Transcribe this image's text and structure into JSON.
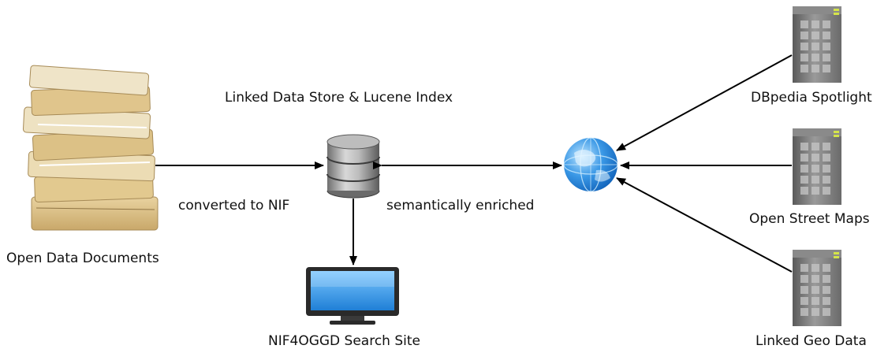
{
  "diagram": {
    "nodes": {
      "documents": {
        "label": "Open Data Documents",
        "icon": "document-stack-icon"
      },
      "store": {
        "label": "Linked Data Store & Lucene Index",
        "icon": "database-icon"
      },
      "web": {
        "icon": "globe-icon"
      },
      "search_site": {
        "label": "NIF4OGGD Search Site",
        "icon": "monitor-icon"
      },
      "spotlight": {
        "label": "DBpedia Spotlight",
        "icon": "server-icon"
      },
      "osm": {
        "label": "Open Street Maps",
        "icon": "server-icon"
      },
      "geo": {
        "label": "Linked Geo Data",
        "icon": "server-icon"
      }
    },
    "edges": {
      "documents_to_store": {
        "label": "converted to NIF"
      },
      "store_web": {
        "label": "semantically enriched"
      }
    }
  }
}
